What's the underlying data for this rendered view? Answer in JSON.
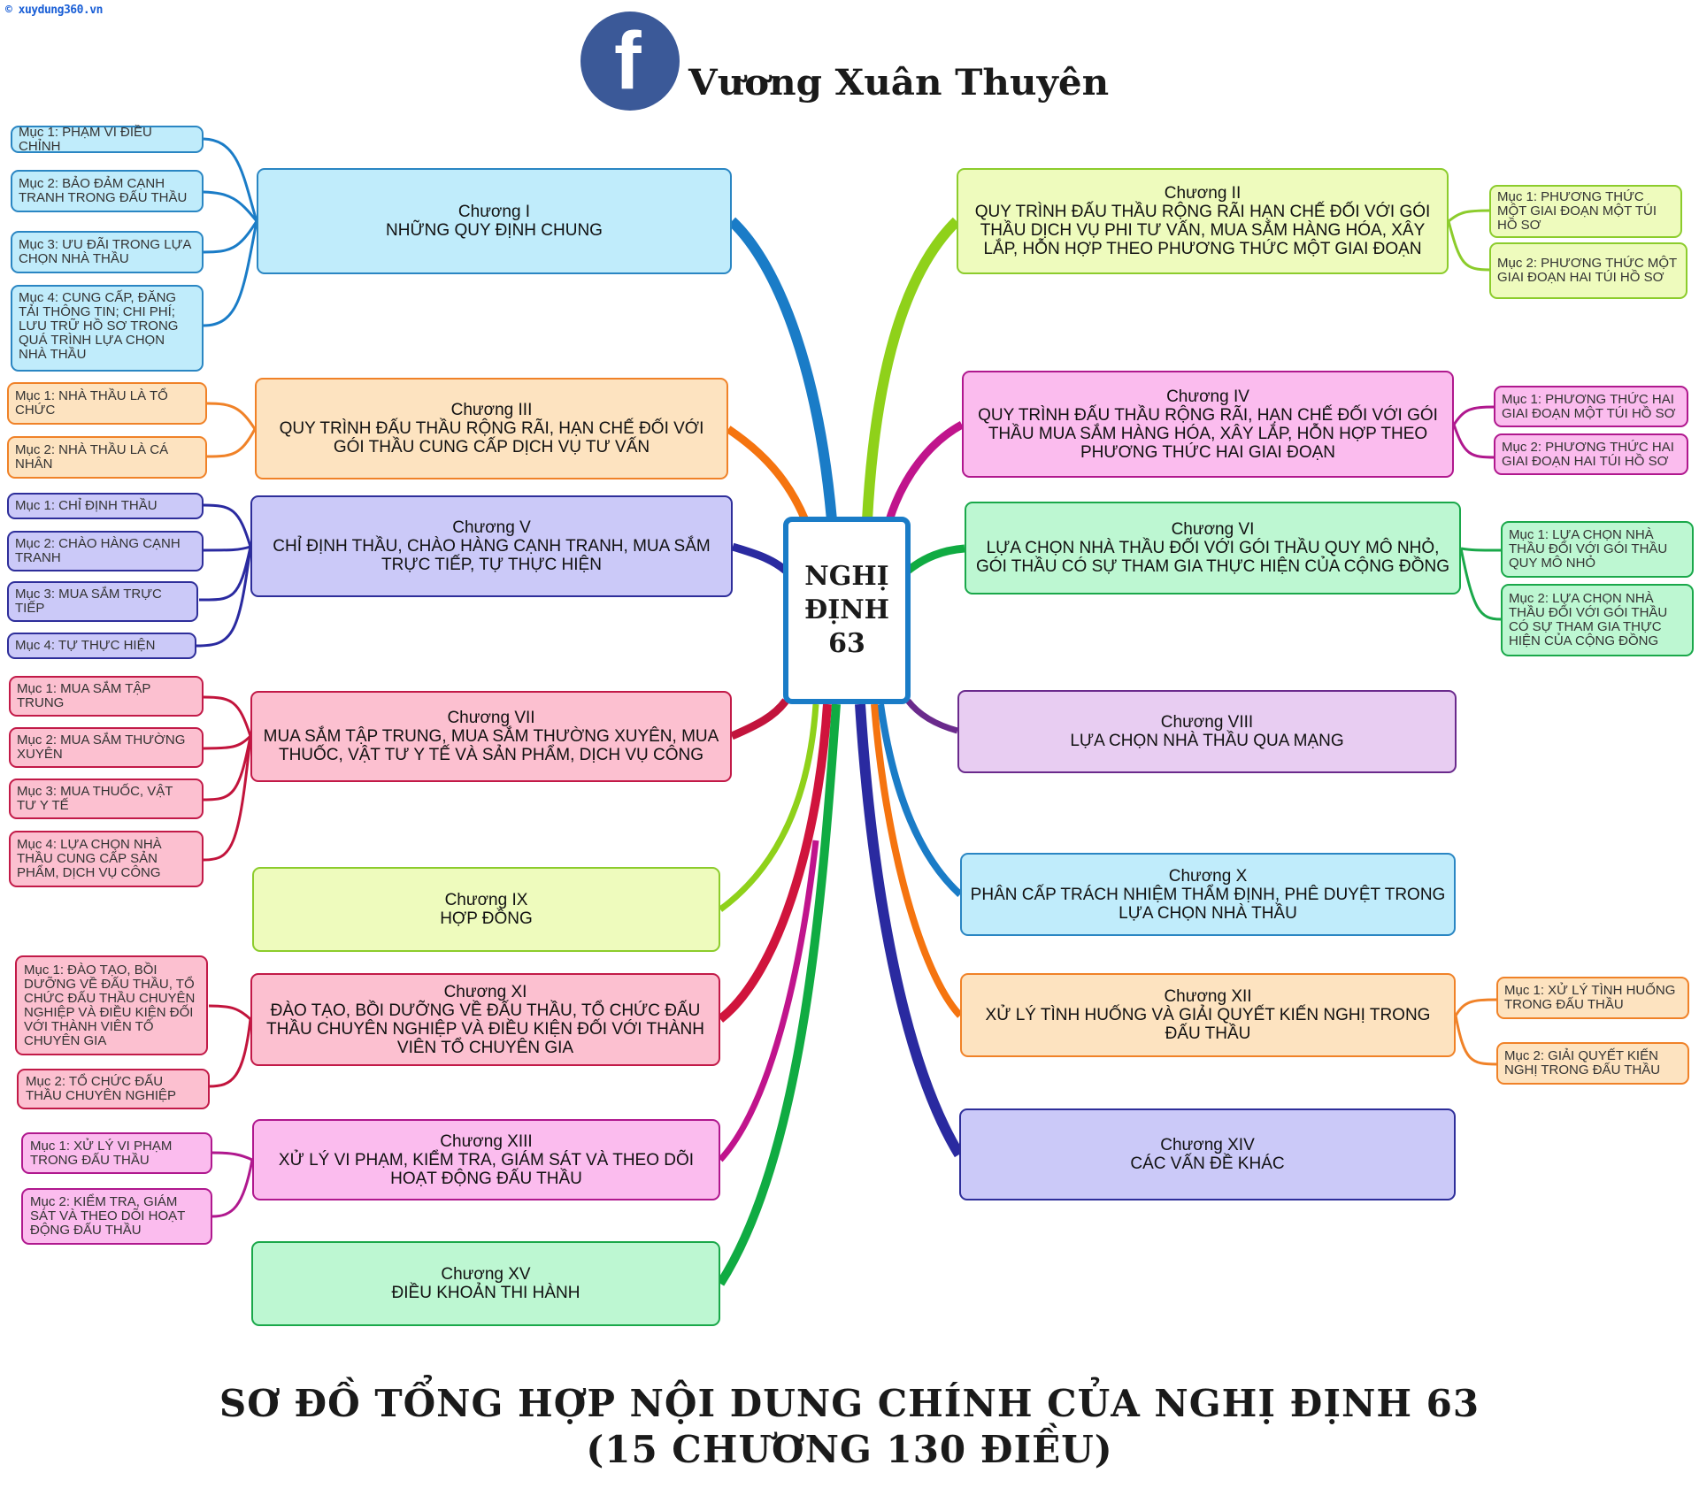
{
  "watermark": "© xuydung360.vn",
  "author": {
    "icon": "facebook-icon",
    "glyph": "f",
    "name": "Vương Xuân Thuyên",
    "brand_color": "#3b5998"
  },
  "hub": {
    "line1": "NGHỊ",
    "line2": "ĐỊNH",
    "line3": "63"
  },
  "title": {
    "line1": "SƠ ĐỒ TỔNG HỢP NỘI DUNG CHÍNH CỦA NGHỊ ĐỊNH 63",
    "line2": "(15 CHƯƠNG 130 ĐIỀU)"
  },
  "colors": {
    "blue": "#1a7cc7",
    "lime": "#8fd11a",
    "orange": "#f5740f",
    "magenta": "#c0148c",
    "indigo": "#2a2aa0",
    "green": "#10ab42",
    "crimson": "#d0143c",
    "purple": "#6a2a8c"
  },
  "chapters": {
    "c1": {
      "label": "Chương I",
      "title": "NHỮNG QUY ĐỊNH CHUNG",
      "sections": [
        "Mục 1: PHẠM VI ĐIỀU CHỈNH",
        "Mục 2: BẢO ĐẢM CẠNH TRANH TRONG ĐẤU THẦU",
        "Mục 3: ƯU ĐÃI TRONG LỰA CHỌN NHÀ THẦU",
        "Mục 4: CUNG CẤP, ĐĂNG TẢI THÔNG TIN; CHI PHÍ; LƯU TRỮ HỒ SƠ TRONG QUÁ TRÌNH LỰA CHỌN NHÀ THẦU"
      ]
    },
    "c2": {
      "label": "Chương II",
      "title": "QUY TRÌNH ĐẤU THẦU RỘNG RÃI HẠN CHẾ ĐỐI VỚI GÓI THẦU DỊCH VỤ PHI TƯ VẤN, MUA SẮM HÀNG HÓA, XÂY LẮP, HỖN HỢP THEO PHƯƠNG THỨC MỘT GIAI ĐOẠN",
      "sections": [
        "Mục 1: PHƯƠNG THỨC MỘT GIAI ĐOẠN MỘT TÚI HỒ SƠ",
        "Mục 2: PHƯƠNG THỨC MỘT GIAI ĐOẠN HAI TÚI HỒ SƠ"
      ]
    },
    "c3": {
      "label": "Chương III",
      "title": "QUY TRÌNH ĐẤU THẦU RỘNG RÃI, HẠN CHẾ ĐỐI VỚI GÓI THẦU CUNG CẤP DỊCH VỤ TƯ VẤN",
      "sections": [
        "Mục 1: NHÀ THẦU LÀ TỔ CHỨC",
        "Mục 2: NHÀ THẦU LÀ CÁ NHÂN"
      ]
    },
    "c4": {
      "label": "Chương IV",
      "title": "QUY TRÌNH ĐẤU THẦU RỘNG RÃI, HẠN CHẾ ĐỐI VỚI GÓI THẦU MUA SẮM HÀNG HÓA, XÂY LẮP, HỖN HỢP THEO PHƯƠNG THỨC HAI GIAI ĐOẠN",
      "sections": [
        "Mục 1: PHƯƠNG THỨC HAI GIAI ĐOẠN MỘT TÚI HỒ SƠ",
        "Mục 2: PHƯƠNG THỨC HAI GIAI ĐOẠN HAI TÚI HỒ SƠ"
      ]
    },
    "c5": {
      "label": "Chương V",
      "title": "CHỈ ĐỊNH THẦU, CHÀO HÀNG CẠNH TRANH, MUA SẮM TRỰC TIẾP, TỰ THỰC HIỆN",
      "sections": [
        "Mục 1: CHỈ ĐỊNH THẦU",
        "Mục 2: CHÀO HÀNG CẠNH TRANH",
        "Mục 3: MUA SẮM TRỰC TIẾP",
        "Mục 4: TỰ THỰC HIỆN"
      ]
    },
    "c6": {
      "label": "Chương VI",
      "title": "LỰA CHỌN NHÀ THẦU ĐỐI VỚI GÓI THẦU QUY MÔ NHỎ, GÓI THẦU CÓ SỰ THAM GIA THỰC HIỆN CỦA CỘNG ĐỒNG",
      "sections": [
        "Mục 1: LỰA CHỌN NHÀ THẦU ĐỐI VỚI GÓI THẦU QUY MÔ NHỎ",
        "Mục 2: LỰA CHỌN NHÀ THẦU ĐỐI VỚI GÓI THẦU CÓ SỰ THAM GIA THỰC HIỆN CỦA CỘNG ĐỒNG"
      ]
    },
    "c7": {
      "label": "Chương VII",
      "title": "MUA SẮM TẬP TRUNG, MUA SẮM THƯỜNG XUYÊN, MUA THUỐC, VẬT TƯ Y TẾ VÀ SẢN PHẨM, DỊCH VỤ CÔNG",
      "sections": [
        "Mục 1: MUA SẮM TẬP TRUNG",
        "Mục 2: MUA SẮM THƯỜNG XUYÊN",
        "Mục 3: MUA THUỐC, VẬT TƯ Y TẾ",
        "Mục 4: LỰA CHỌN NHÀ THẦU CUNG CẤP SẢN PHẨM, DỊCH VỤ CÔNG"
      ]
    },
    "c8": {
      "label": "Chương VIII",
      "title": "LỰA CHỌN NHÀ THẦU QUA MẠNG",
      "sections": []
    },
    "c9": {
      "label": "Chương IX",
      "title": "HỢP ĐỒNG",
      "sections": []
    },
    "c10": {
      "label": "Chương X",
      "title": "PHÂN CẤP TRÁCH NHIỆM THẨM ĐỊNH, PHÊ DUYỆT TRONG LỰA CHỌN NHÀ THẦU",
      "sections": []
    },
    "c11": {
      "label": "Chương XI",
      "title": "ĐÀO TẠO, BỒI DƯỠNG VỀ ĐẤU THẦU, TỔ CHỨC ĐẤU THẦU CHUYÊN NGHIỆP VÀ ĐIỀU KIỆN ĐỐI VỚI THÀNH VIÊN TỔ CHUYÊN GIA",
      "sections": [
        "Mục 1: ĐÀO TẠO, BỒI DƯỠNG VỀ ĐẤU THẦU, TỔ CHỨC ĐẤU THẦU CHUYÊN NGHIỆP VÀ ĐIỀU KIỆN ĐỐI VỚI THÀNH VIÊN TỔ CHUYÊN GIA",
        "Mục 2: TỔ CHỨC ĐẤU THẦU CHUYÊN NGHIỆP"
      ]
    },
    "c12": {
      "label": "Chương XII",
      "title": "XỬ LÝ TÌNH HUỐNG VÀ GIẢI QUYẾT KIẾN NGHỊ TRONG ĐẤU THẦU",
      "sections": [
        "Mục 1: XỬ LÝ TÌNH HUỐNG TRONG ĐẤU THẦU",
        "Mục 2: GIẢI QUYẾT KIẾN NGHỊ TRONG ĐẤU THẦU"
      ]
    },
    "c13": {
      "label": "Chương XIII",
      "title": "XỬ LÝ VI PHẠM, KIỂM TRA, GIÁM SÁT VÀ THEO DÕI HOẠT ĐỘNG ĐẤU THẦU",
      "sections": [
        "Mục 1: XỬ LÝ VI PHẠM TRONG ĐẤU THẦU",
        "Mục 2: KIỂM TRA, GIÁM SÁT VÀ THEO DÕI HOẠT ĐỘNG ĐẤU THẦU"
      ]
    },
    "c14": {
      "label": "Chương XIV",
      "title": "CÁC VẤN ĐỀ KHÁC",
      "sections": []
    },
    "c15": {
      "label": "Chương XV",
      "title": "ĐIỀU KHOẢN THI HÀNH",
      "sections": []
    }
  }
}
